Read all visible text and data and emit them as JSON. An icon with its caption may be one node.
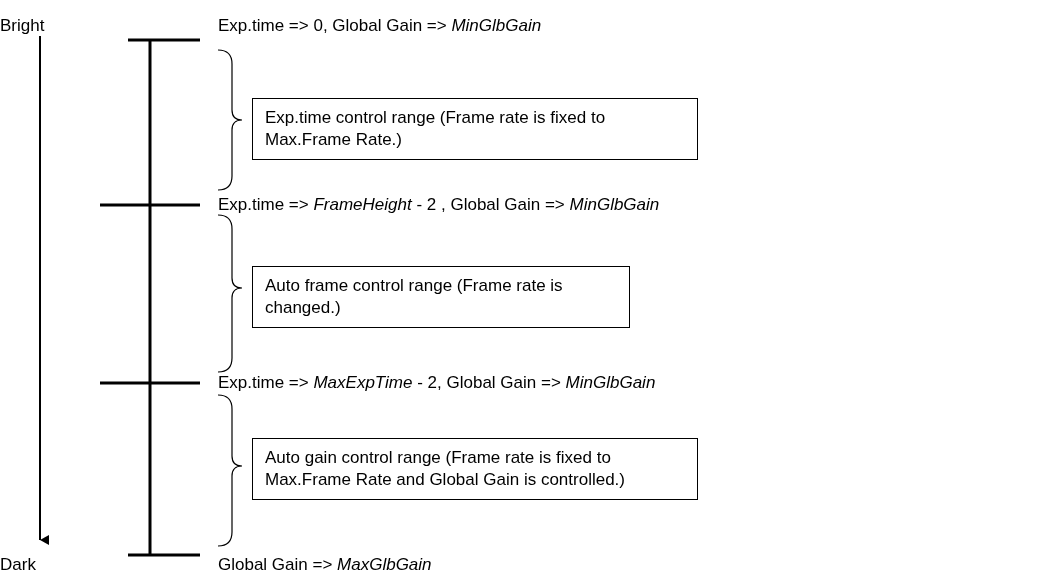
{
  "diagram": {
    "nodes": [
      {
        "text": [
          "Exp.time control range (Frame rate is fixed to Max.Frame Rate.)"
        ]
      },
      {
        "text": [
          "Auto frame control range (Frame rate is changed.)"
        ]
      },
      {
        "text": [
          "Auto gain control range (Frame rate is fixed to Max.Frame Rate and Global Gain is controlled.)"
        ]
      }
    ],
    "edges": [],
    "labels": [
      "Bright",
      "Exp.time => 0, Global Gain => *MinGlbGain*",
      "Exp.time => *FrameHeight* - 2 , Global Gain => *MinGlbGain*",
      "Exp.time => *MaxExpTime* - 2, Global Gain => *MinGlbGain*",
      "Dark",
      "Global Gain => *MaxGlbGain*"
    ]
  }
}
